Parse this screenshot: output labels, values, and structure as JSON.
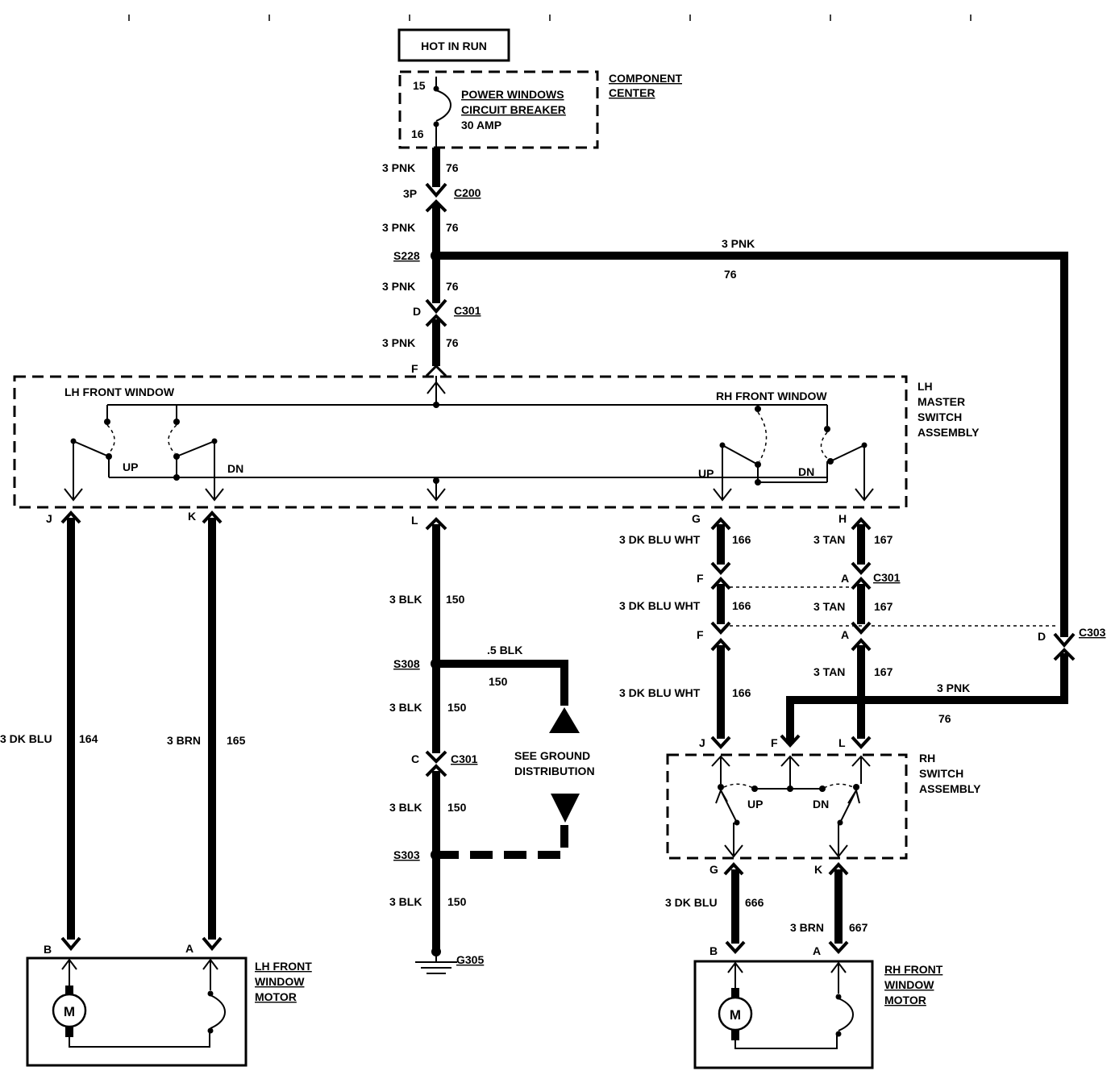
{
  "header": {
    "hot_in_run": "HOT IN RUN"
  },
  "component_center": {
    "label_line1": "COMPONENT",
    "label_line2": "CENTER",
    "pin_top": "15",
    "pin_bottom": "16",
    "breaker_line1": "POWER WINDOWS",
    "breaker_line2": "CIRCUIT BREAKER",
    "breaker_line3": "30 AMP"
  },
  "main_feed": {
    "wire1_gauge": "3 PNK",
    "wire1_num": "76",
    "c200_pin": "3P",
    "c200": "C200",
    "wire2_gauge": "3 PNK",
    "wire2_num": "76",
    "s228": "S228",
    "wire3_gauge": "3 PNK",
    "wire3_num": "76",
    "c301_pin": "D",
    "c301": "C301",
    "wire4_gauge": "3 PNK",
    "wire4_num": "76",
    "master_pin_f": "F"
  },
  "right_feed": {
    "gauge": "3 PNK",
    "num": "76",
    "c303_pin": "D",
    "c303": "C303"
  },
  "master_switch": {
    "lh_front_window": "LH FRONT WINDOW",
    "rh_front_window": "RH FRONT WINDOW",
    "lh_up": "UP",
    "lh_dn": "DN",
    "rh_up": "UP",
    "rh_dn": "DN",
    "label_line1": "LH",
    "label_line2": "MASTER",
    "label_line3": "SWITCH",
    "label_line4": "ASSEMBLY",
    "pin_j": "J",
    "pin_k": "K",
    "pin_l": "L",
    "pin_g": "G",
    "pin_h": "H"
  },
  "lh_wires": {
    "blu_gauge": "3 DK BLU",
    "blu_num": "164",
    "brn_gauge": "3 BRN",
    "brn_num": "165"
  },
  "lh_motor": {
    "pin_b": "B",
    "pin_a": "A",
    "motor_symbol": "M",
    "label_line1": "LH FRONT",
    "label_line2": "WINDOW",
    "label_line3": "MOTOR"
  },
  "ground_circuit": {
    "w1_gauge": "3 BLK",
    "w1_num": "150",
    "s308": "S308",
    "branch_gauge": ".5 BLK",
    "branch_num": "150",
    "w2_gauge": "3 BLK",
    "w2_num": "150",
    "c301_pin": "C",
    "c301": "C301",
    "w3_gauge": "3 BLK",
    "w3_num": "150",
    "s303": "S303",
    "w4_gauge": "3 BLK",
    "w4_num": "150",
    "g305": "G305",
    "see_ground_line1": "SEE GROUND",
    "see_ground_line2": "DISTRIBUTION"
  },
  "rh_wires": {
    "w1_gauge": "3 DK BLU WHT",
    "w1_num": "166",
    "w1b_gauge": "3 TAN",
    "w1b_num": "167",
    "c301_pin_f": "F",
    "c301_pin_a": "A",
    "c301": "C301",
    "w2_gauge": "3 DK BLU WHT",
    "w2_num": "166",
    "w2b_gauge": "3 TAN",
    "w2b_num": "167",
    "c303_pin_f": "F",
    "c303_pin_a": "A",
    "w3_gauge": "3 DK BLU WHT",
    "w3_num": "166",
    "w3b_gauge": "3 TAN",
    "w3b_num": "167",
    "feed_gauge": "3 PNK",
    "feed_num": "76"
  },
  "rh_switch": {
    "pin_j": "J",
    "pin_f": "F",
    "pin_l": "L",
    "up": "UP",
    "dn": "DN",
    "label_line1": "RH",
    "label_line2": "SWITCH",
    "label_line3": "ASSEMBLY",
    "pin_g": "G",
    "pin_k": "K"
  },
  "rh_motor_wires": {
    "blu_gauge": "3 DK BLU",
    "blu_num": "666",
    "brn_gauge": "3 BRN",
    "brn_num": "667"
  },
  "rh_motor": {
    "pin_b": "B",
    "pin_a": "A",
    "motor_symbol": "M",
    "label_line1": "RH FRONT",
    "label_line2": "WINDOW",
    "label_line3": "MOTOR"
  }
}
